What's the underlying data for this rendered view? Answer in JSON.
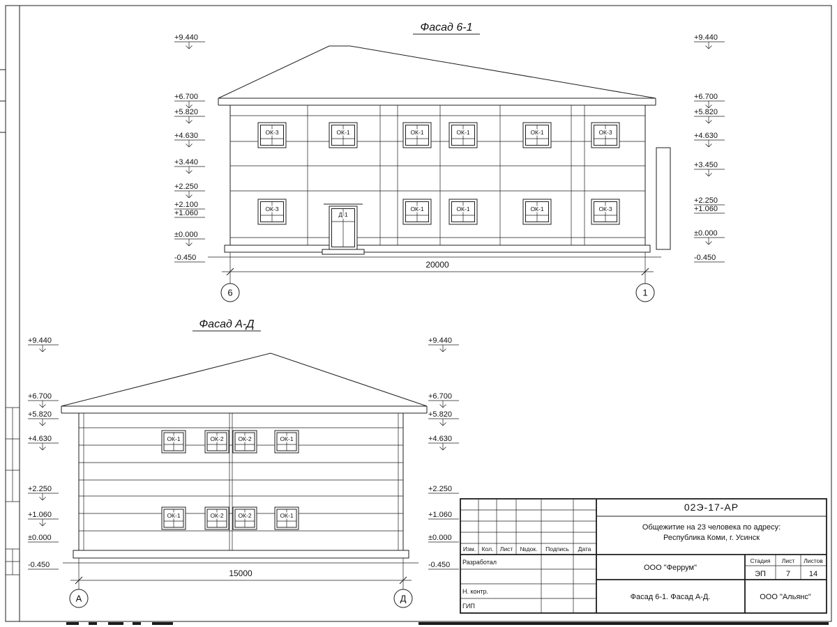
{
  "sheet": {
    "facade1": {
      "title": "Фасад 6-1",
      "marks_left": [
        "+9.440",
        "+6.700",
        "+5.820",
        "+4.630",
        "+3.440",
        "+2.250",
        "+2.100",
        "+1.060",
        "±0.000",
        "-0.450"
      ],
      "marks_right": [
        "+9.440",
        "+6.700",
        "+5.820",
        "+4.630",
        "+3.450",
        "+2.250",
        "+1.060",
        "±0.000",
        "-0.450"
      ],
      "windows_upper": [
        "ОК-3",
        "ОК-1",
        "ОК-1",
        "ОК-1",
        "ОК-1",
        "ОК-3"
      ],
      "windows_lower": [
        "ОК-3",
        "Д-1",
        "ОК-1",
        "ОК-1",
        "ОК-1",
        "ОК-3"
      ],
      "dim_total": "20000",
      "axis_start": "6",
      "axis_end": "1"
    },
    "facade2": {
      "title": "Фасад А-Д",
      "marks_left": [
        "+9.440",
        "+6.700",
        "+5.820",
        "+4.630",
        "+2.250",
        "+1.060",
        "±0.000",
        "-0.450"
      ],
      "marks_right": [
        "+9.440",
        "+6.700",
        "+5.820",
        "+4.630",
        "+2.250",
        "+1.060",
        "±0.000",
        "-0.450"
      ],
      "windows_upper": [
        "ОК-1",
        "ОК-2",
        "ОК-2",
        "ОК-1"
      ],
      "windows_lower": [
        "ОК-1",
        "ОК-2",
        "ОК-2",
        "ОК-1"
      ],
      "dim_total": "15000",
      "axis_start": "А",
      "axis_end": "Д"
    },
    "stamp": {
      "doc_code": "02Э-17-АР",
      "project_line1": "Общежитие на 23 человека по адресу:",
      "project_line2": "Республика Коми, г. Усинск",
      "rev_cols": [
        "Изм.",
        "Кол.",
        "Лист",
        "№док.",
        "Подпись",
        "Дата"
      ],
      "roles": [
        "Разработал",
        "Н. контр.",
        "ГИП"
      ],
      "designer_org": "ООО \"Феррум\"",
      "stage_label": "Стадия",
      "sheet_label": "Лист",
      "sheets_label": "Листов",
      "stage_value": "ЭП",
      "sheet_value": "7",
      "sheets_value": "14",
      "title": "Фасад 6-1. Фасад  А-Д.",
      "client_org": "ООО \"Альянс\""
    }
  }
}
